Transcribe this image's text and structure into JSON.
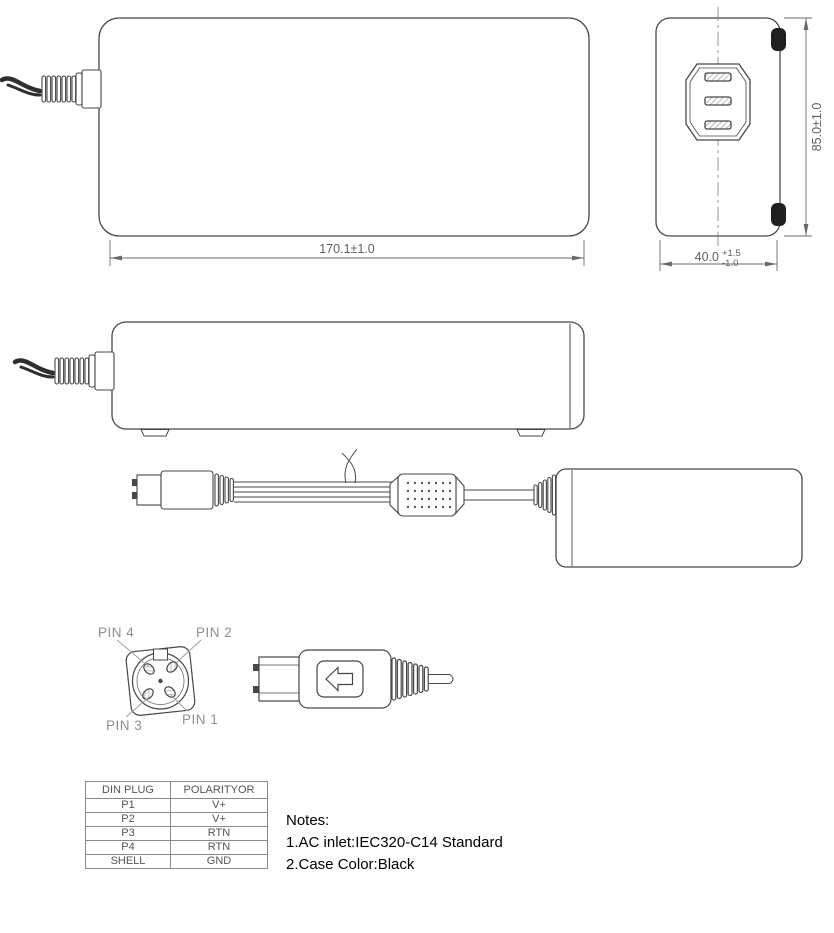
{
  "drawing": {
    "line_color": "#474747",
    "background": "#ffffff"
  },
  "top_view": {
    "length_dim": "170.1±1.0"
  },
  "end_view": {
    "height_dim": "85.0±1.0",
    "depth_dim": "40.0",
    "depth_tol_plus": "+1.5",
    "depth_tol_minus": "-1.0"
  },
  "pin_labels": {
    "pin4": "PIN 4",
    "pin2": "PIN 2",
    "pin3": "PIN 3",
    "pin1": "PIN 1"
  },
  "pin_table": {
    "headers": [
      "DIN PLUG",
      "POLARITYOR"
    ],
    "rows": [
      [
        "P1",
        "V+"
      ],
      [
        "P2",
        "V+"
      ],
      [
        "P3",
        "RTN"
      ],
      [
        "P4",
        "RTN"
      ],
      [
        "SHELL",
        "GND"
      ]
    ]
  },
  "notes": {
    "title": "Notes:",
    "items": [
      "1.AC inlet:IEC320-C14 Standard",
      "2.Case Color:Black"
    ]
  }
}
